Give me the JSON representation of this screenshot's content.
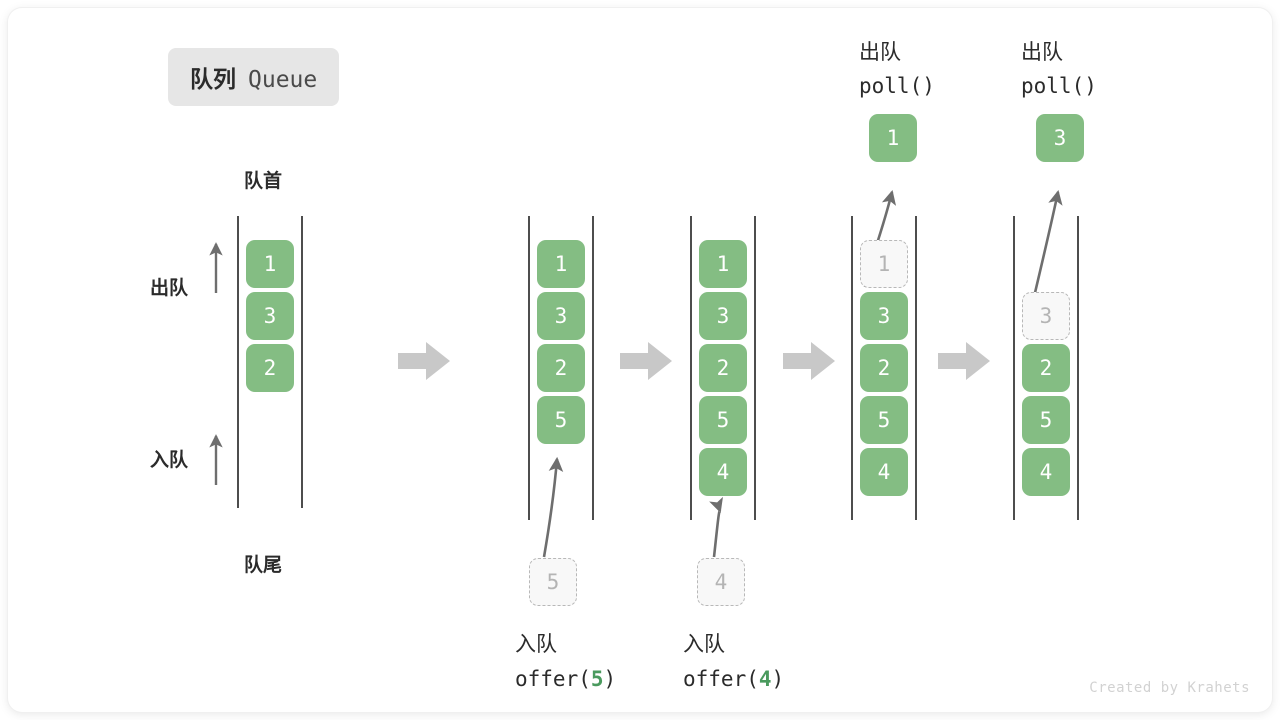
{
  "title": {
    "cn": "队列",
    "en": "Queue"
  },
  "labels": {
    "head": "队首",
    "tail": "队尾",
    "dequeue": "出队",
    "enqueue": "入队"
  },
  "watermark": "Created by Krahets",
  "colors": {
    "element_fill": "#84bd83",
    "element_text": "#ffffff",
    "ghost_fill": "#f8f8f8",
    "ghost_border": "#b8b8b8",
    "ghost_text": "#b4b4b4",
    "rail": "#4d4d4d",
    "arrow": "#6e6e6e",
    "step_arrow": "#c8c8c8",
    "badge_bg": "#e6e6e6",
    "accent_green": "#4a9a5e"
  },
  "stages": [
    {
      "id": "initial",
      "cells": [
        {
          "value": "1",
          "state": "filled"
        },
        {
          "value": "3",
          "state": "filled"
        },
        {
          "value": "2",
          "state": "filled"
        }
      ],
      "side_labels": {
        "top": "出队",
        "bottom": "入队"
      },
      "head_label": "队首",
      "tail_label": "队尾"
    },
    {
      "id": "offer-5",
      "cells": [
        {
          "value": "1",
          "state": "filled"
        },
        {
          "value": "3",
          "state": "filled"
        },
        {
          "value": "2",
          "state": "filled"
        },
        {
          "value": "5",
          "state": "filled"
        }
      ],
      "incoming": {
        "value": "5",
        "state": "ghost"
      },
      "op_cn": "入队",
      "op_code_prefix": "offer(",
      "op_code_value": "5",
      "op_code_suffix": ")"
    },
    {
      "id": "offer-4",
      "cells": [
        {
          "value": "1",
          "state": "filled"
        },
        {
          "value": "3",
          "state": "filled"
        },
        {
          "value": "2",
          "state": "filled"
        },
        {
          "value": "5",
          "state": "filled"
        },
        {
          "value": "4",
          "state": "filled"
        }
      ],
      "incoming": {
        "value": "4",
        "state": "ghost"
      },
      "op_cn": "入队",
      "op_code_prefix": "offer(",
      "op_code_value": "4",
      "op_code_suffix": ")"
    },
    {
      "id": "poll-1",
      "cells": [
        {
          "value": "1",
          "state": "ghost"
        },
        {
          "value": "3",
          "state": "filled"
        },
        {
          "value": "2",
          "state": "filled"
        },
        {
          "value": "5",
          "state": "filled"
        },
        {
          "value": "4",
          "state": "filled"
        }
      ],
      "popped": {
        "value": "1",
        "state": "filled"
      },
      "op_cn": "出队",
      "op_code": "poll()"
    },
    {
      "id": "poll-3",
      "cells": [
        {
          "value": "",
          "state": "empty"
        },
        {
          "value": "3",
          "state": "ghost"
        },
        {
          "value": "2",
          "state": "filled"
        },
        {
          "value": "5",
          "state": "filled"
        },
        {
          "value": "4",
          "state": "filled"
        }
      ],
      "popped": {
        "value": "3",
        "state": "filled"
      },
      "op_cn": "出队",
      "op_code": "poll()"
    }
  ]
}
